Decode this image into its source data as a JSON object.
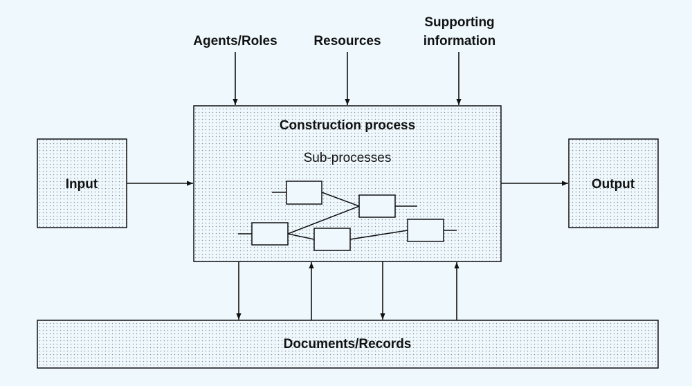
{
  "colors": {
    "background": "#eef8fd",
    "stroke": "#111111",
    "dots": "#8a9298",
    "sub_box_fill": "#eef8fd"
  },
  "inputs_top": [
    "Agents/Roles",
    "Resources",
    "Supporting",
    "information"
  ],
  "process": {
    "title": "Construction process",
    "subtitle": "Sub-processes"
  },
  "input": {
    "label": "Input"
  },
  "output": {
    "label": "Output"
  },
  "records": {
    "label": "Documents/Records"
  }
}
